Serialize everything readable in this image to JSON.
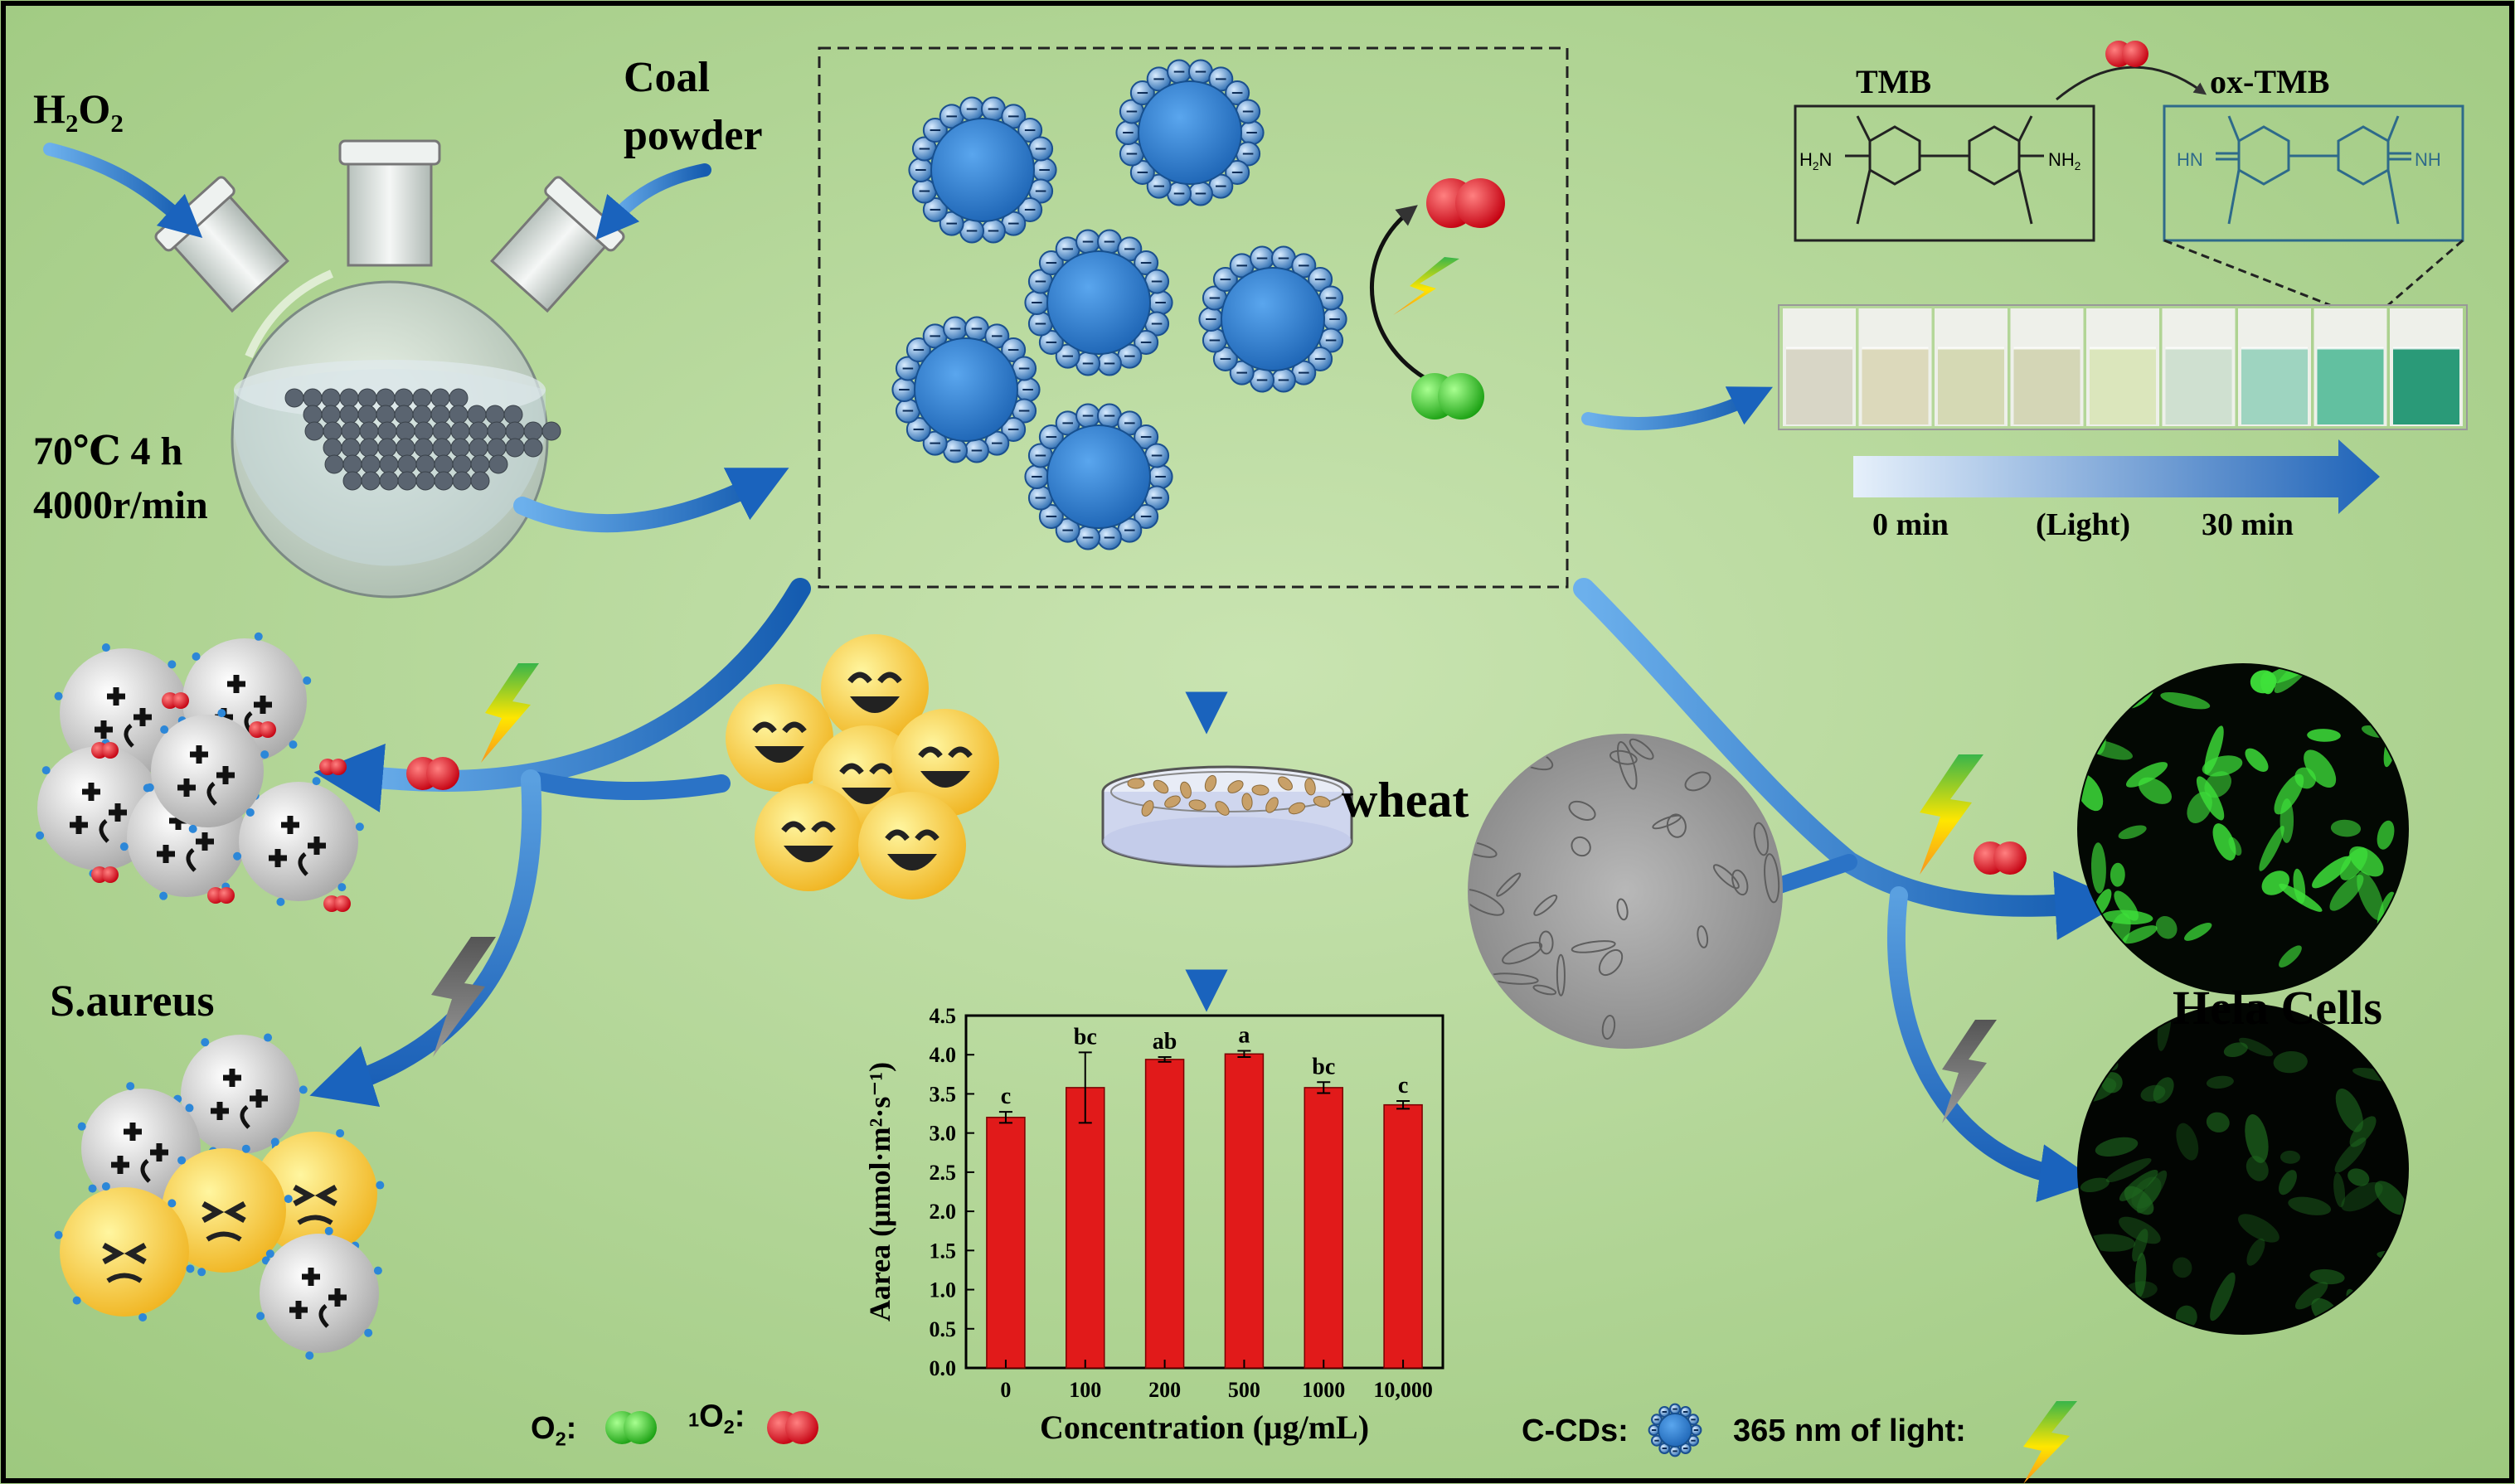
{
  "labels": {
    "h2o2": "H2O2",
    "coal_line1": "Coal",
    "coal_line2": "powder",
    "condition_line1": "70℃ 4 h",
    "condition_line2": "4000r/min",
    "tmb": "TMB",
    "ox_tmb": "ox-TMB",
    "tmb_left_group": "H2N",
    "tmb_right_group": "NH2",
    "ox_left_group": "HN",
    "ox_right_group": "NH",
    "time_start": "0 min",
    "time_light": "(Light)",
    "time_end": "30 min",
    "wheat": "wheat",
    "bacteria": "S.aureus",
    "cells": "Hela Cells"
  },
  "legend": {
    "o2": "O2:",
    "singlet_o2": "1O2:",
    "ccds": "C-CDs:",
    "light": "365 nm of light:"
  },
  "colors": {
    "background": "#b5d79a",
    "arrow_blue": "#1f6fc4",
    "singlet_oxygen": "#e0101a",
    "oxygen": "#3ec526",
    "carbon_dot": "#2a7fd4",
    "bar": "#e11a1a",
    "fluorescence": "#3ee03a",
    "ox_tmb_solution": "#2a9a78"
  },
  "chart_data": {
    "type": "bar",
    "categories": [
      "0",
      "100",
      "200",
      "500",
      "1000",
      "10,000"
    ],
    "values": [
      3.2,
      3.58,
      3.94,
      4.01,
      3.58,
      3.36
    ],
    "errors": [
      0.07,
      0.45,
      0.03,
      0.04,
      0.07,
      0.05
    ],
    "letters": [
      "c",
      "bc",
      "ab",
      "a",
      "bc",
      "c"
    ],
    "xlabel": "Concentration (μg/mL)",
    "ylabel": "Aarea (μmol·m²·s⁻¹)",
    "ylim": [
      0.0,
      4.5
    ],
    "yticks": [
      "0.0",
      "0.5",
      "1.0",
      "1.5",
      "2.0",
      "2.5",
      "3.0",
      "3.5",
      "4.0",
      "4.5"
    ]
  }
}
